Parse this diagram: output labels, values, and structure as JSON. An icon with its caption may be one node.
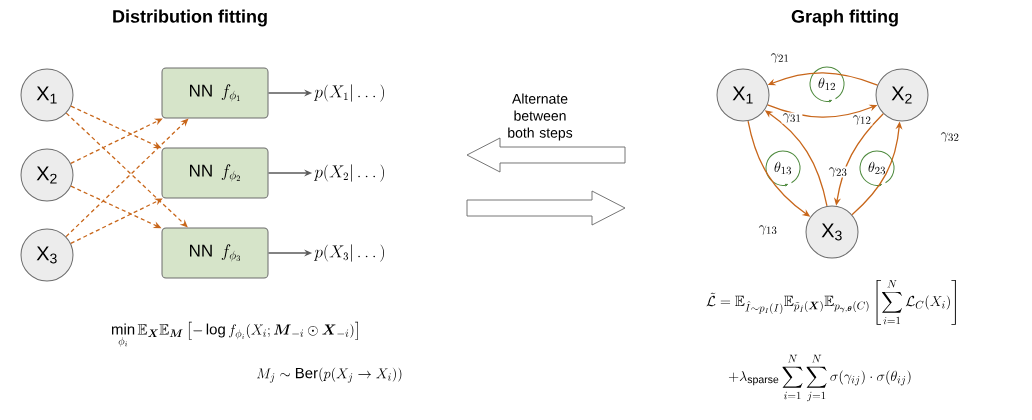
{
  "diagram": {
    "nodes": [
      {
        "text": [
          "X$_{1}$"
        ]
      },
      {
        "text": [
          "X$_{2}$"
        ]
      },
      {
        "text": [
          "X$_{3}$"
        ]
      },
      {
        "text": [
          "\\text{NN}\\;\\, f_{\\phi_1}"
        ]
      },
      {
        "text": [
          "\\text{NN}\\;\\, f_{\\phi_2}"
        ]
      },
      {
        "text": [
          "\\text{NN}\\;\\, f_{\\phi_3}"
        ]
      },
      {
        "text": [
          "p(X_1|\\dots)"
        ]
      },
      {
        "text": [
          "p(X_2|\\dots)"
        ]
      },
      {
        "text": [
          "p(X_3|\\dots)"
        ]
      },
      {
        "text": [
          "X$_{1}$"
        ]
      },
      {
        "text": [
          "X$_{2}$"
        ]
      },
      {
        "text": [
          "X$_{3}$"
        ]
      }
    ],
    "edges": [
      {
        "from": 0,
        "to": 4,
        "arrow": "to",
        "style": "dashed"
      },
      {
        "from": 0,
        "to": 5,
        "arrow": "to",
        "style": "dashed"
      },
      {
        "from": 1,
        "to": 3,
        "arrow": "to",
        "style": "dashed"
      },
      {
        "from": 1,
        "to": 5,
        "arrow": "to",
        "style": "dashed"
      },
      {
        "from": 2,
        "to": 3,
        "arrow": "to",
        "style": "dashed"
      },
      {
        "from": 2,
        "to": 4,
        "arrow": "to",
        "style": "dashed"
      },
      {
        "from": 3,
        "to": 6,
        "arrow": "to",
        "color": "#5a5a5a"
      },
      {
        "from": 4,
        "to": 7,
        "arrow": "to",
        "color": "#5a5a5a"
      },
      {
        "from": 5,
        "to": 8,
        "arrow": "to",
        "color": "#5a5a5a"
      },
      {
        "from": 9,
        "to": 10,
        "arrow": "to",
        "label": "\\gamma_{12}"
      },
      {
        "from": 10,
        "to": 9,
        "arrow": "to",
        "label": "\\gamma_{21}"
      },
      {
        "from": 9,
        "to": 11,
        "arrow": "to",
        "label": "\\gamma_{13}"
      },
      {
        "from": 11,
        "to": 9,
        "arrow": "to",
        "label": "\\gamma_{31}"
      },
      {
        "from": 10,
        "to": 11,
        "arrow": "to",
        "label": "\\gamma_{23}"
      },
      {
        "from": 11,
        "to": 10,
        "arrow": "to",
        "label": "\\gamma_{32}"
      }
    ],
    "labels": [
      "Distribution fitting",
      "Graph fitting",
      "Alternate between both steps",
      "\\theta_{12}",
      "\\theta_{13}",
      "\\theta_{23}",
      "\\min_{\\phi_i} \\mathbb{E}_{\\boldsymbol{X}}\\mathbb{E}_{\\boldsymbol{M}}\\left[-\\log f_{\\phi_i}(X_i;\\boldsymbol{M}_{-i}\\odot\\boldsymbol{X}_{-i})\\right]",
      "M_j \\sim \\mathrm{Ber}(p(X_j \\to X_i))",
      "\\tilde{\\mathcal{L}} = \\mathbb{E}_{\\hat{I}\\sim p_I(I)}\\mathbb{E}_{\\tilde{p}_{\\hat{I}}(\\boldsymbol{X})}\\mathbb{E}_{p_{\\boldsymbol{\\gamma},\\boldsymbol{\\theta}}(C)}\\left[\\sum_{i=1}^{N}\\mathcal{L}_C(X_i)\\right]",
      "+\\lambda_{\\mathrm{sparse}}\\sum_{i=1}^{N}\\sum_{j=1}^{N}\\sigma(\\gamma_{ij})\\cdot\\sigma(\\theta_{ij})"
    ]
  }
}
